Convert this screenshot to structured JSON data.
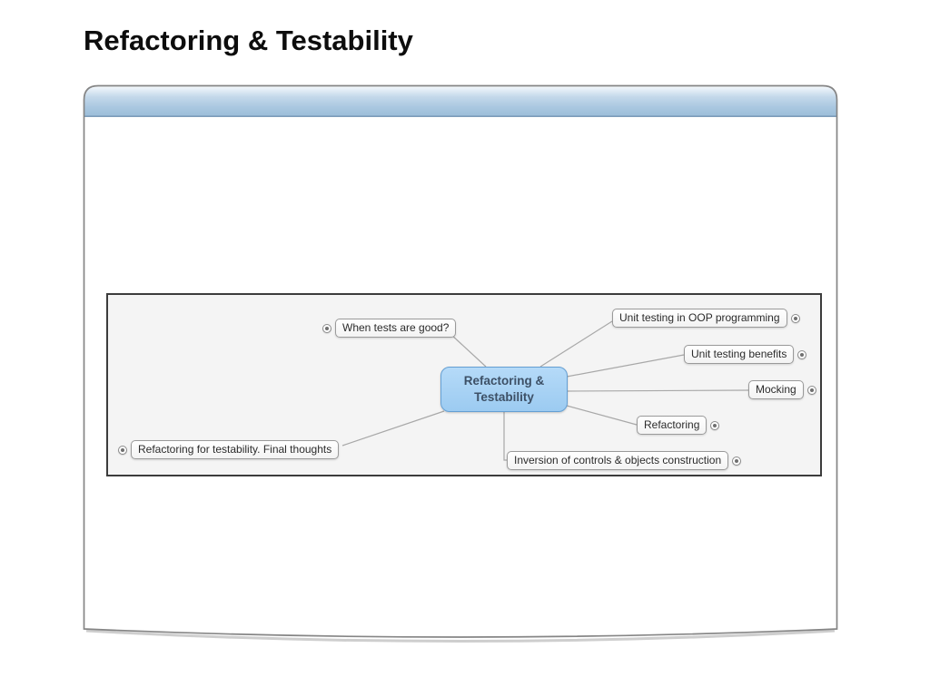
{
  "slide": {
    "title": "Refactoring & Testability"
  },
  "mindmap": {
    "root": {
      "id": "root",
      "label": "Refactoring & Testability"
    },
    "nodes": [
      {
        "id": "when-tests-are-good",
        "label": "When tests are good?",
        "toggle_side": "left"
      },
      {
        "id": "unit-testing-in-oop",
        "label": "Unit testing in OOP programming",
        "toggle_side": "right"
      },
      {
        "id": "unit-testing-benefits",
        "label": "Unit testing benefits",
        "toggle_side": "right"
      },
      {
        "id": "mocking",
        "label": "Mocking",
        "toggle_side": "right"
      },
      {
        "id": "refactoring",
        "label": "Refactoring",
        "toggle_side": "right"
      },
      {
        "id": "inversion-of-controls",
        "label": "Inversion of controls & objects construction",
        "toggle_side": "right"
      },
      {
        "id": "refactoring-final-thoughts",
        "label": "Refactoring for testability. Final thoughts",
        "toggle_side": "left"
      }
    ],
    "edges": [
      {
        "from": "root",
        "to": "when-tests-are-good"
      },
      {
        "from": "root",
        "to": "unit-testing-in-oop"
      },
      {
        "from": "root",
        "to": "unit-testing-benefits"
      },
      {
        "from": "root",
        "to": "mocking"
      },
      {
        "from": "root",
        "to": "refactoring"
      },
      {
        "from": "root",
        "to": "inversion-of-controls"
      },
      {
        "from": "root",
        "to": "refactoring-final-thoughts"
      }
    ],
    "icons": {
      "node_toggle": "circle-dot"
    },
    "colors": {
      "root_fill": "#a9d3f5",
      "root_border": "#649fd3",
      "root_text": "#3d5066",
      "node_border": "#9a9a9a",
      "node_text": "#2b2b2b",
      "canvas_bg": "#f4f4f4",
      "canvas_border": "#3c3c3c",
      "connector": "#a8a8a8",
      "titlebar_top": "#e8f0f8",
      "titlebar_bottom": "#9cbed9"
    }
  }
}
